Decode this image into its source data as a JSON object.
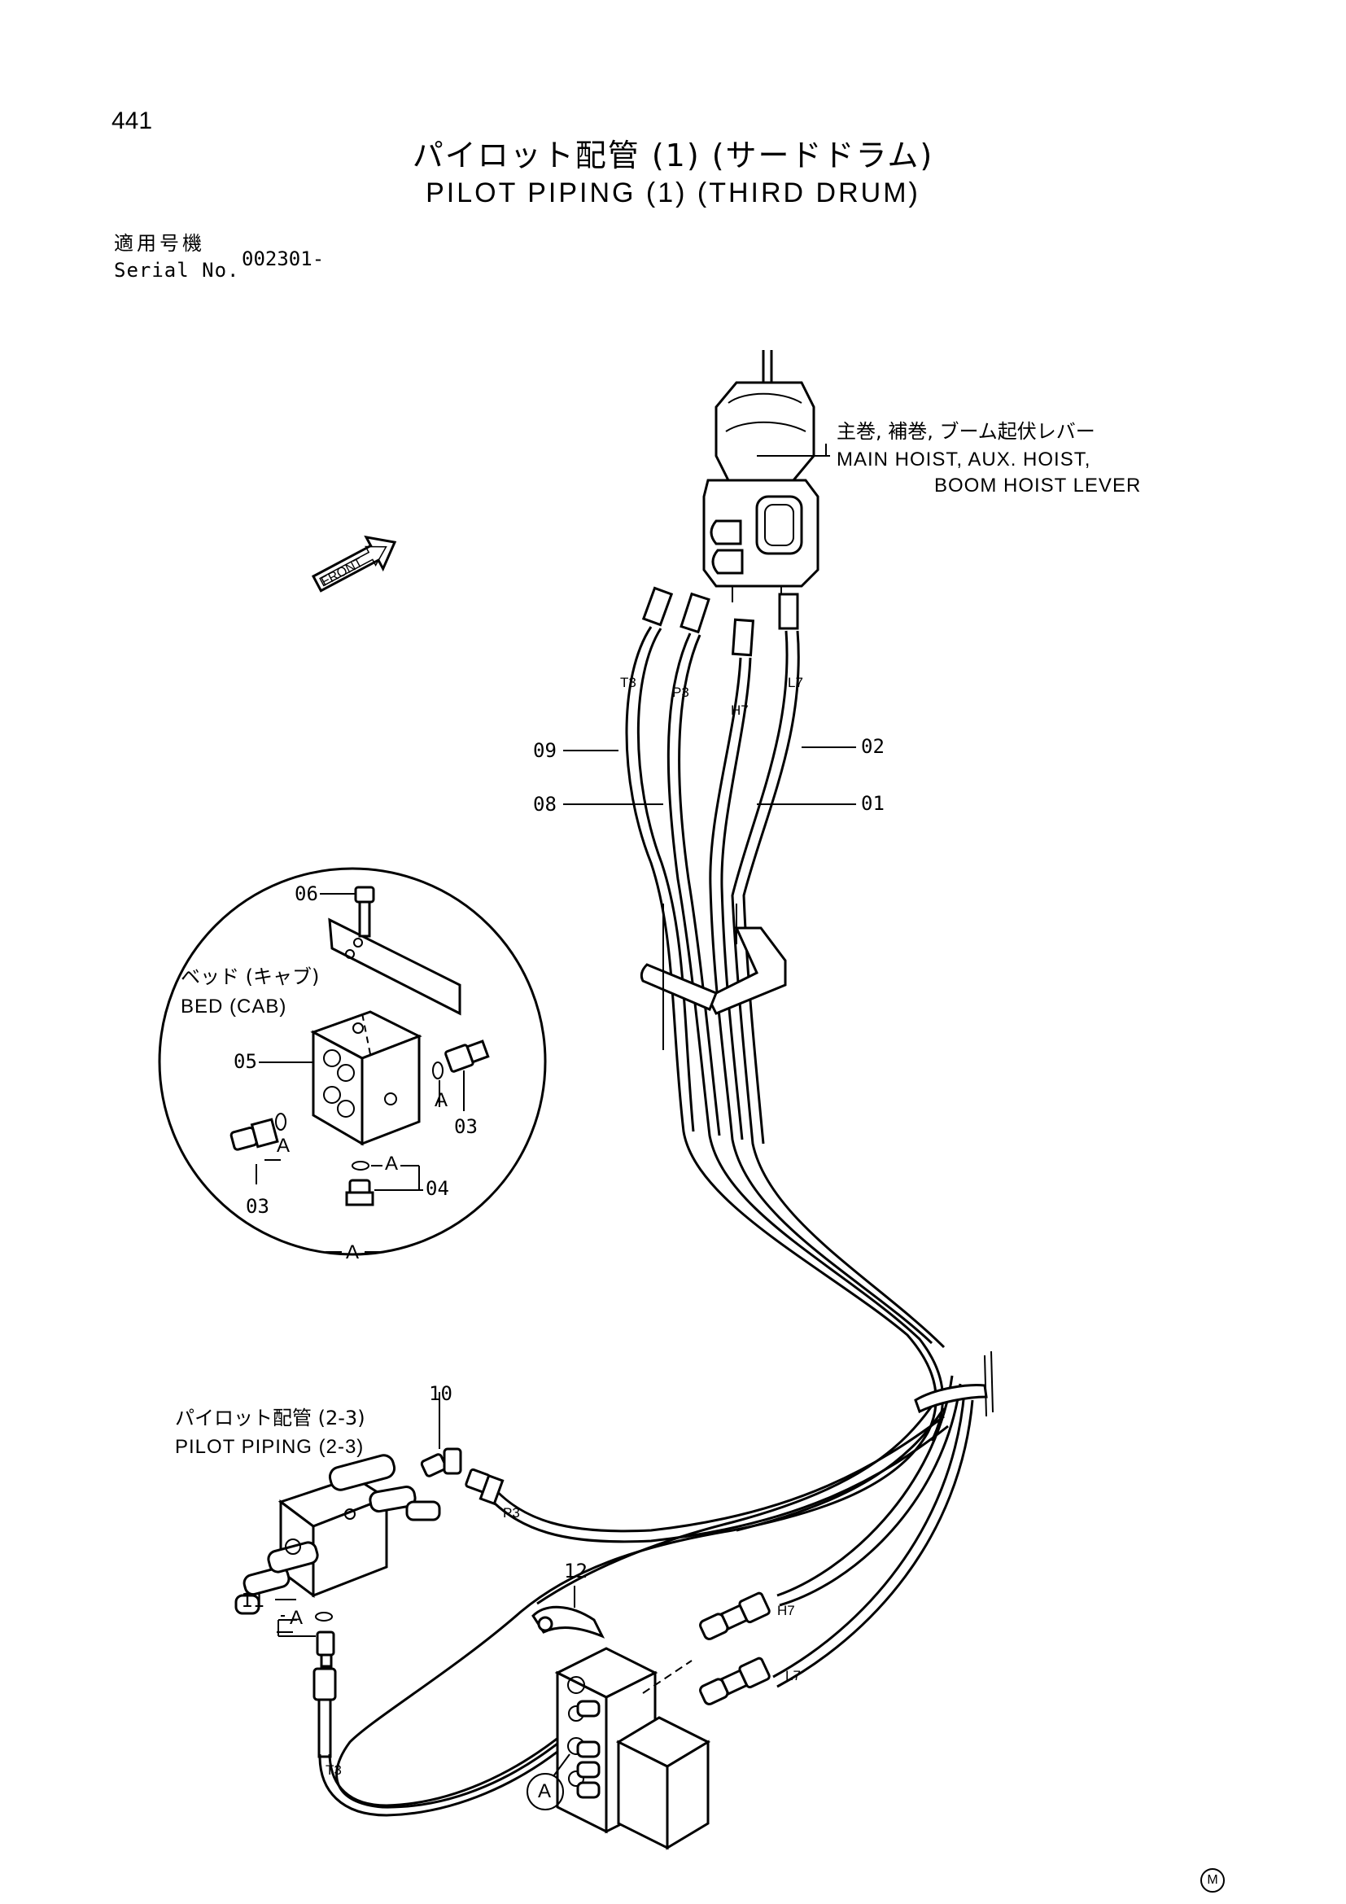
{
  "page_number": "441",
  "title_jp": "パイロット配管 (1) (サードドラム)",
  "title_en": "PILOT PIPING (1) (THIRD DRUM)",
  "serial": {
    "label_jp": "適用号機",
    "label_en": "Serial No.",
    "value": "002301-"
  },
  "lever": {
    "label_jp": "主巻, 補巻, ブーム起伏レバー",
    "label_en_1": "MAIN HOIST, AUX. HOIST,",
    "label_en_2": "BOOM HOIST LEVER"
  },
  "front_label": "FRONT",
  "detail_view": {
    "label_jp": "ベッド (キャブ)",
    "label_en": "BED (CAB)",
    "view_letter": "A",
    "ref": "A"
  },
  "pilot_piping_ref": {
    "label_jp": "パイロット配管 (2-3)",
    "label_en": "PILOT PIPING (2-3)"
  },
  "parts": {
    "p01": "01",
    "p02": "02",
    "p03a": "03",
    "p03b": "03",
    "p04": "04",
    "p05": "05",
    "p06": "06",
    "p08": "08",
    "p09": "09",
    "p10": "10",
    "p11": "11",
    "p12": "12"
  },
  "ports": {
    "t3_top": "T3",
    "p3_top": "P3",
    "h7_top": "H7",
    "l7_top": "L7",
    "p3_bottom": "P3",
    "h7_bottom": "H7",
    "l7_bottom": "L7",
    "t3_bottom": "T3"
  },
  "markers": {
    "a1": "A",
    "a2": "A",
    "a3": "A",
    "a4": "A",
    "a5": "A"
  },
  "mark": "M"
}
